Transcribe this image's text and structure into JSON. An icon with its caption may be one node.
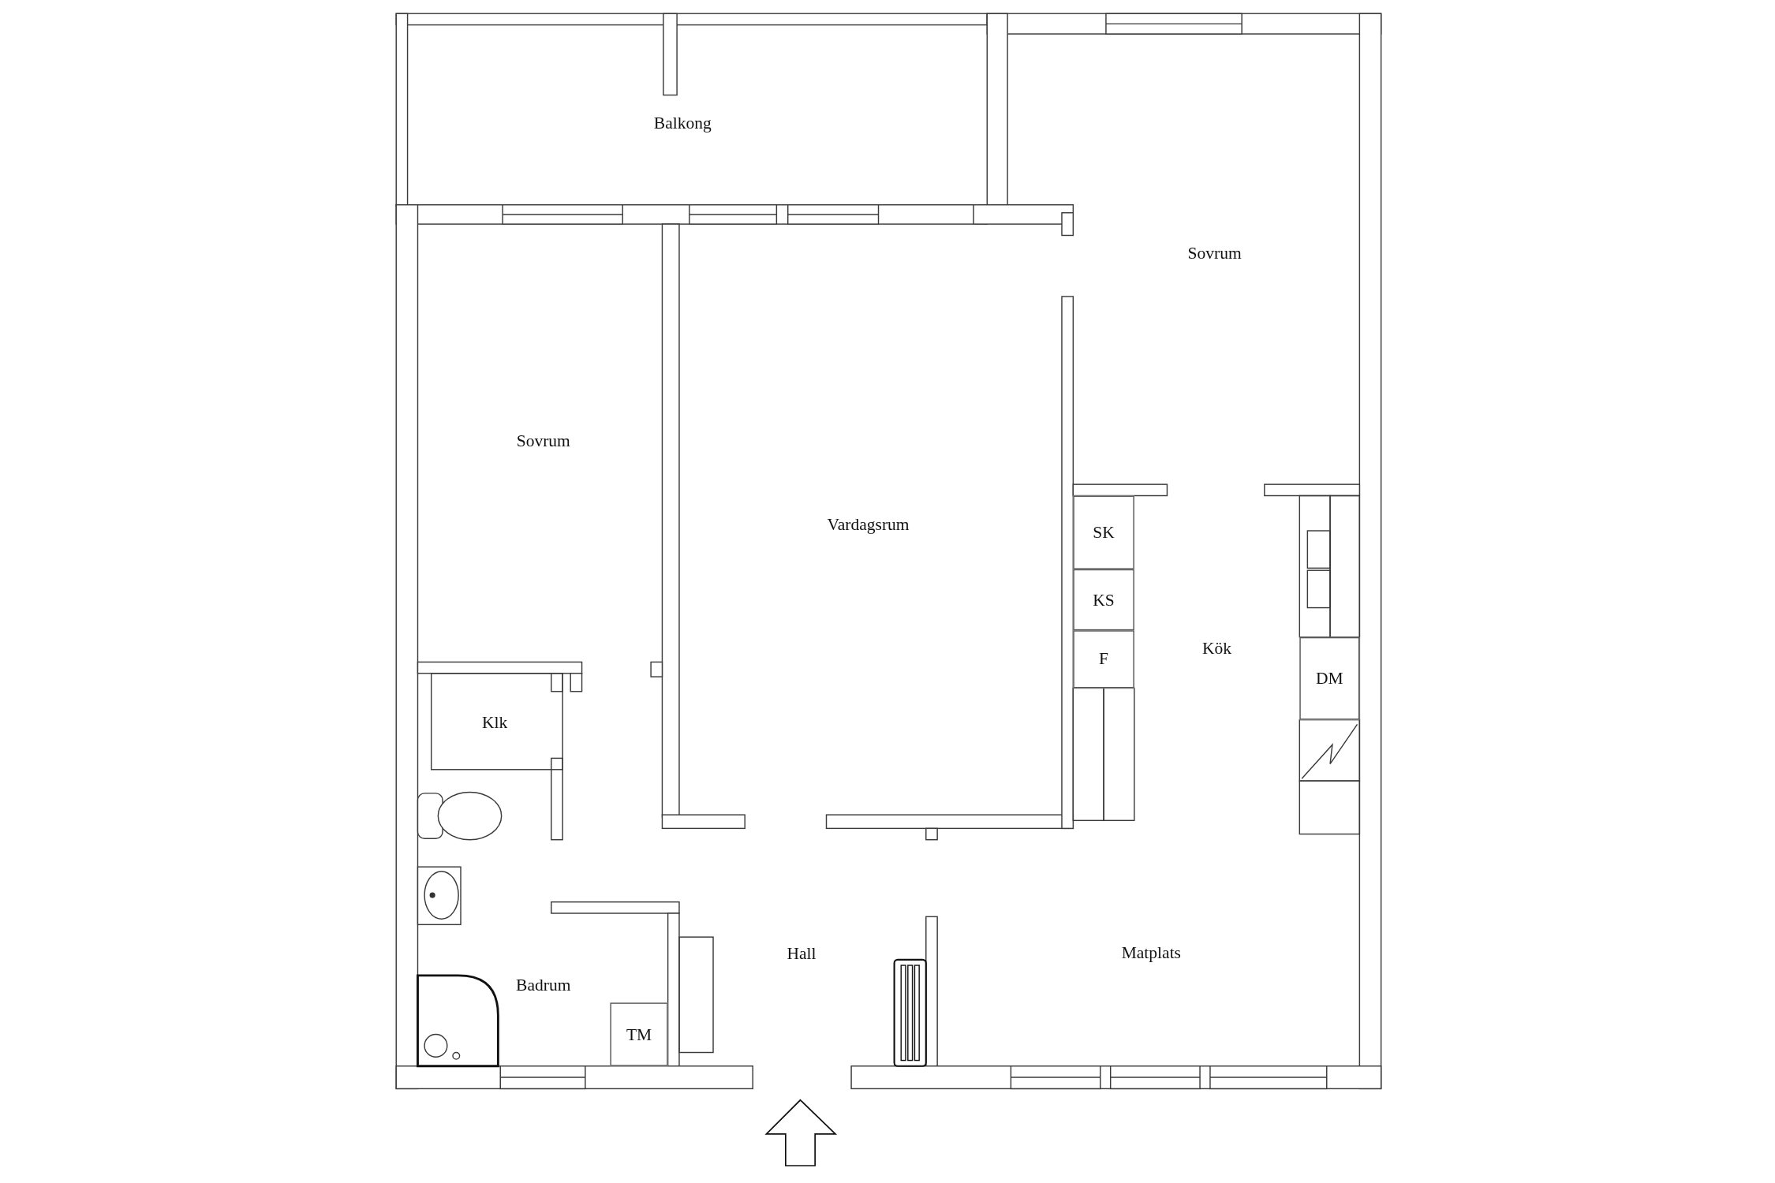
{
  "diagram": {
    "nodes": [
      {
        "text": [
          "SK"
        ]
      },
      {
        "text": [
          "KS"
        ]
      },
      {
        "text": [
          "F"
        ]
      },
      {
        "text": [
          "DM"
        ]
      },
      {
        "text": [
          "TM"
        ]
      }
    ],
    "labels": [
      "Balkong",
      "Sovrum",
      "Sovrum",
      "Vardagsrum",
      "Kök",
      "Klk",
      "Hall",
      "Matplats",
      "Badrum"
    ]
  }
}
